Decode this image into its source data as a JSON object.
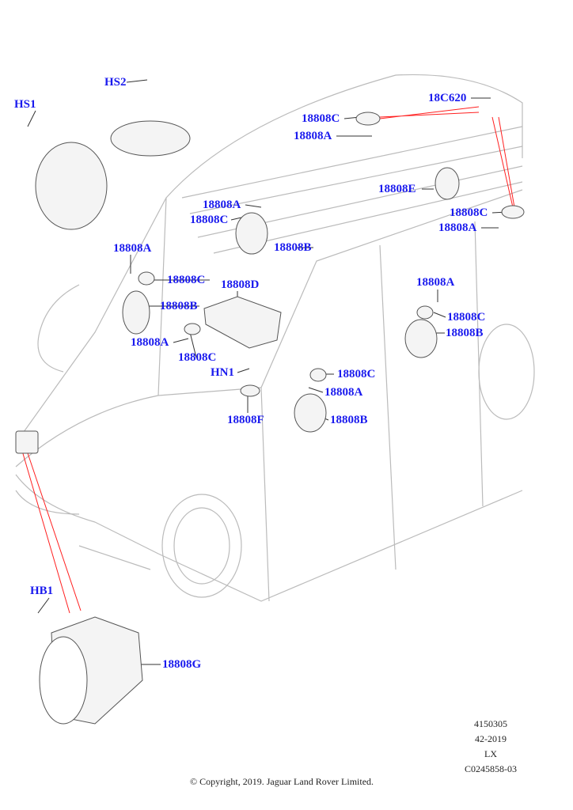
{
  "callouts": [
    "HS2",
    "HS1",
    "18C620",
    "18808C",
    "18808A",
    "18808E",
    "18808A",
    "18808C",
    "18808C",
    "18808A",
    "18808A",
    "18808B",
    "18808D",
    "18808C",
    "18808B",
    "18808A",
    "18808C",
    "18808B",
    "18808A",
    "18808C",
    "HN1",
    "18808C",
    "18808A",
    "18808F",
    "18808B",
    "HB1",
    "18808G"
  ],
  "illustration_ref": {
    "number": "4150305",
    "date": "42-2019",
    "model": "LX",
    "code": "C0245858-03"
  },
  "copyright": "© Copyright, 2019. Jaguar Land Rover Limited.",
  "colors": {
    "label": "#1a1aee",
    "leader_red": "#ff2020",
    "outline": "#b8b8b8"
  }
}
